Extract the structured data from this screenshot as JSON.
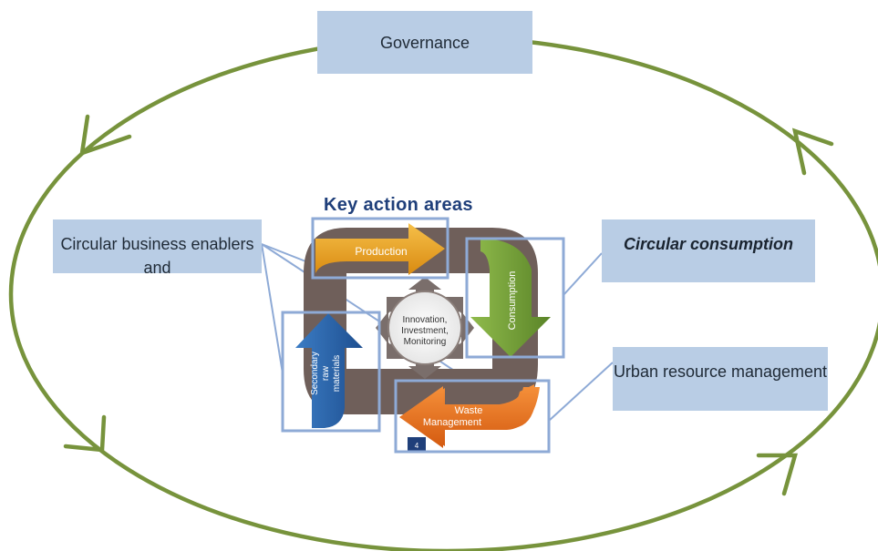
{
  "governance": {
    "label": "Governance"
  },
  "business_box": {
    "label": "Circular business enablers and"
  },
  "consumption_box": {
    "label": "Circular consumption"
  },
  "urban_box": {
    "label": "Urban  resource management"
  },
  "key_areas": {
    "title": "Key action areas",
    "production": "Production",
    "consumption": "Consumption",
    "waste": "Waste Management",
    "secondary": "Secondary raw materials",
    "center": "Innovation, Investment, Monitoring",
    "page_number": "4"
  },
  "colors": {
    "ellipse": "#77933c",
    "box_fill": "#b9cde5",
    "frame_stroke": "#8eaad6",
    "production_arrow": "#e8a020",
    "consumption_arrow": "#6f9a32",
    "waste_arrow": "#e06a18",
    "secondary_arrow": "#2a63a8",
    "loop": "#6f5f5a",
    "title": "#1f3f7a"
  },
  "icons": [
    "cycle-loop-icon",
    "four-way-arrows-icon"
  ]
}
